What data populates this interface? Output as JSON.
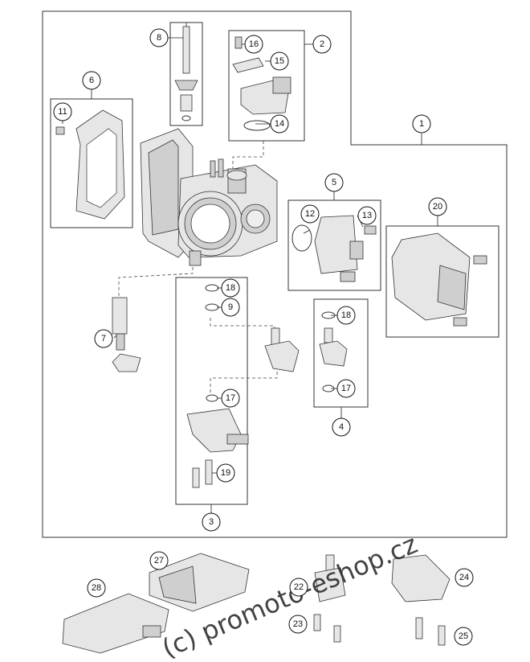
{
  "callouts": {
    "c1": "1",
    "c2": "2",
    "c3": "3",
    "c4": "4",
    "c5": "5",
    "c6": "6",
    "c7": "7",
    "c8": "8",
    "c9": "9",
    "c11": "11",
    "c12": "12",
    "c13": "13",
    "c14": "14",
    "c15": "15",
    "c16": "16",
    "c17a": "17",
    "c17b": "17",
    "c18a": "18",
    "c18b": "18",
    "c19": "19",
    "c20": "20",
    "c22": "22",
    "c23": "23",
    "c24": "24",
    "c25": "25",
    "c27": "27",
    "c28": "28"
  },
  "watermark": "(c) promoto-eshop.cz",
  "colors": {
    "line": "#333333",
    "part_fill": "#e6e6e6",
    "background": "#ffffff"
  }
}
